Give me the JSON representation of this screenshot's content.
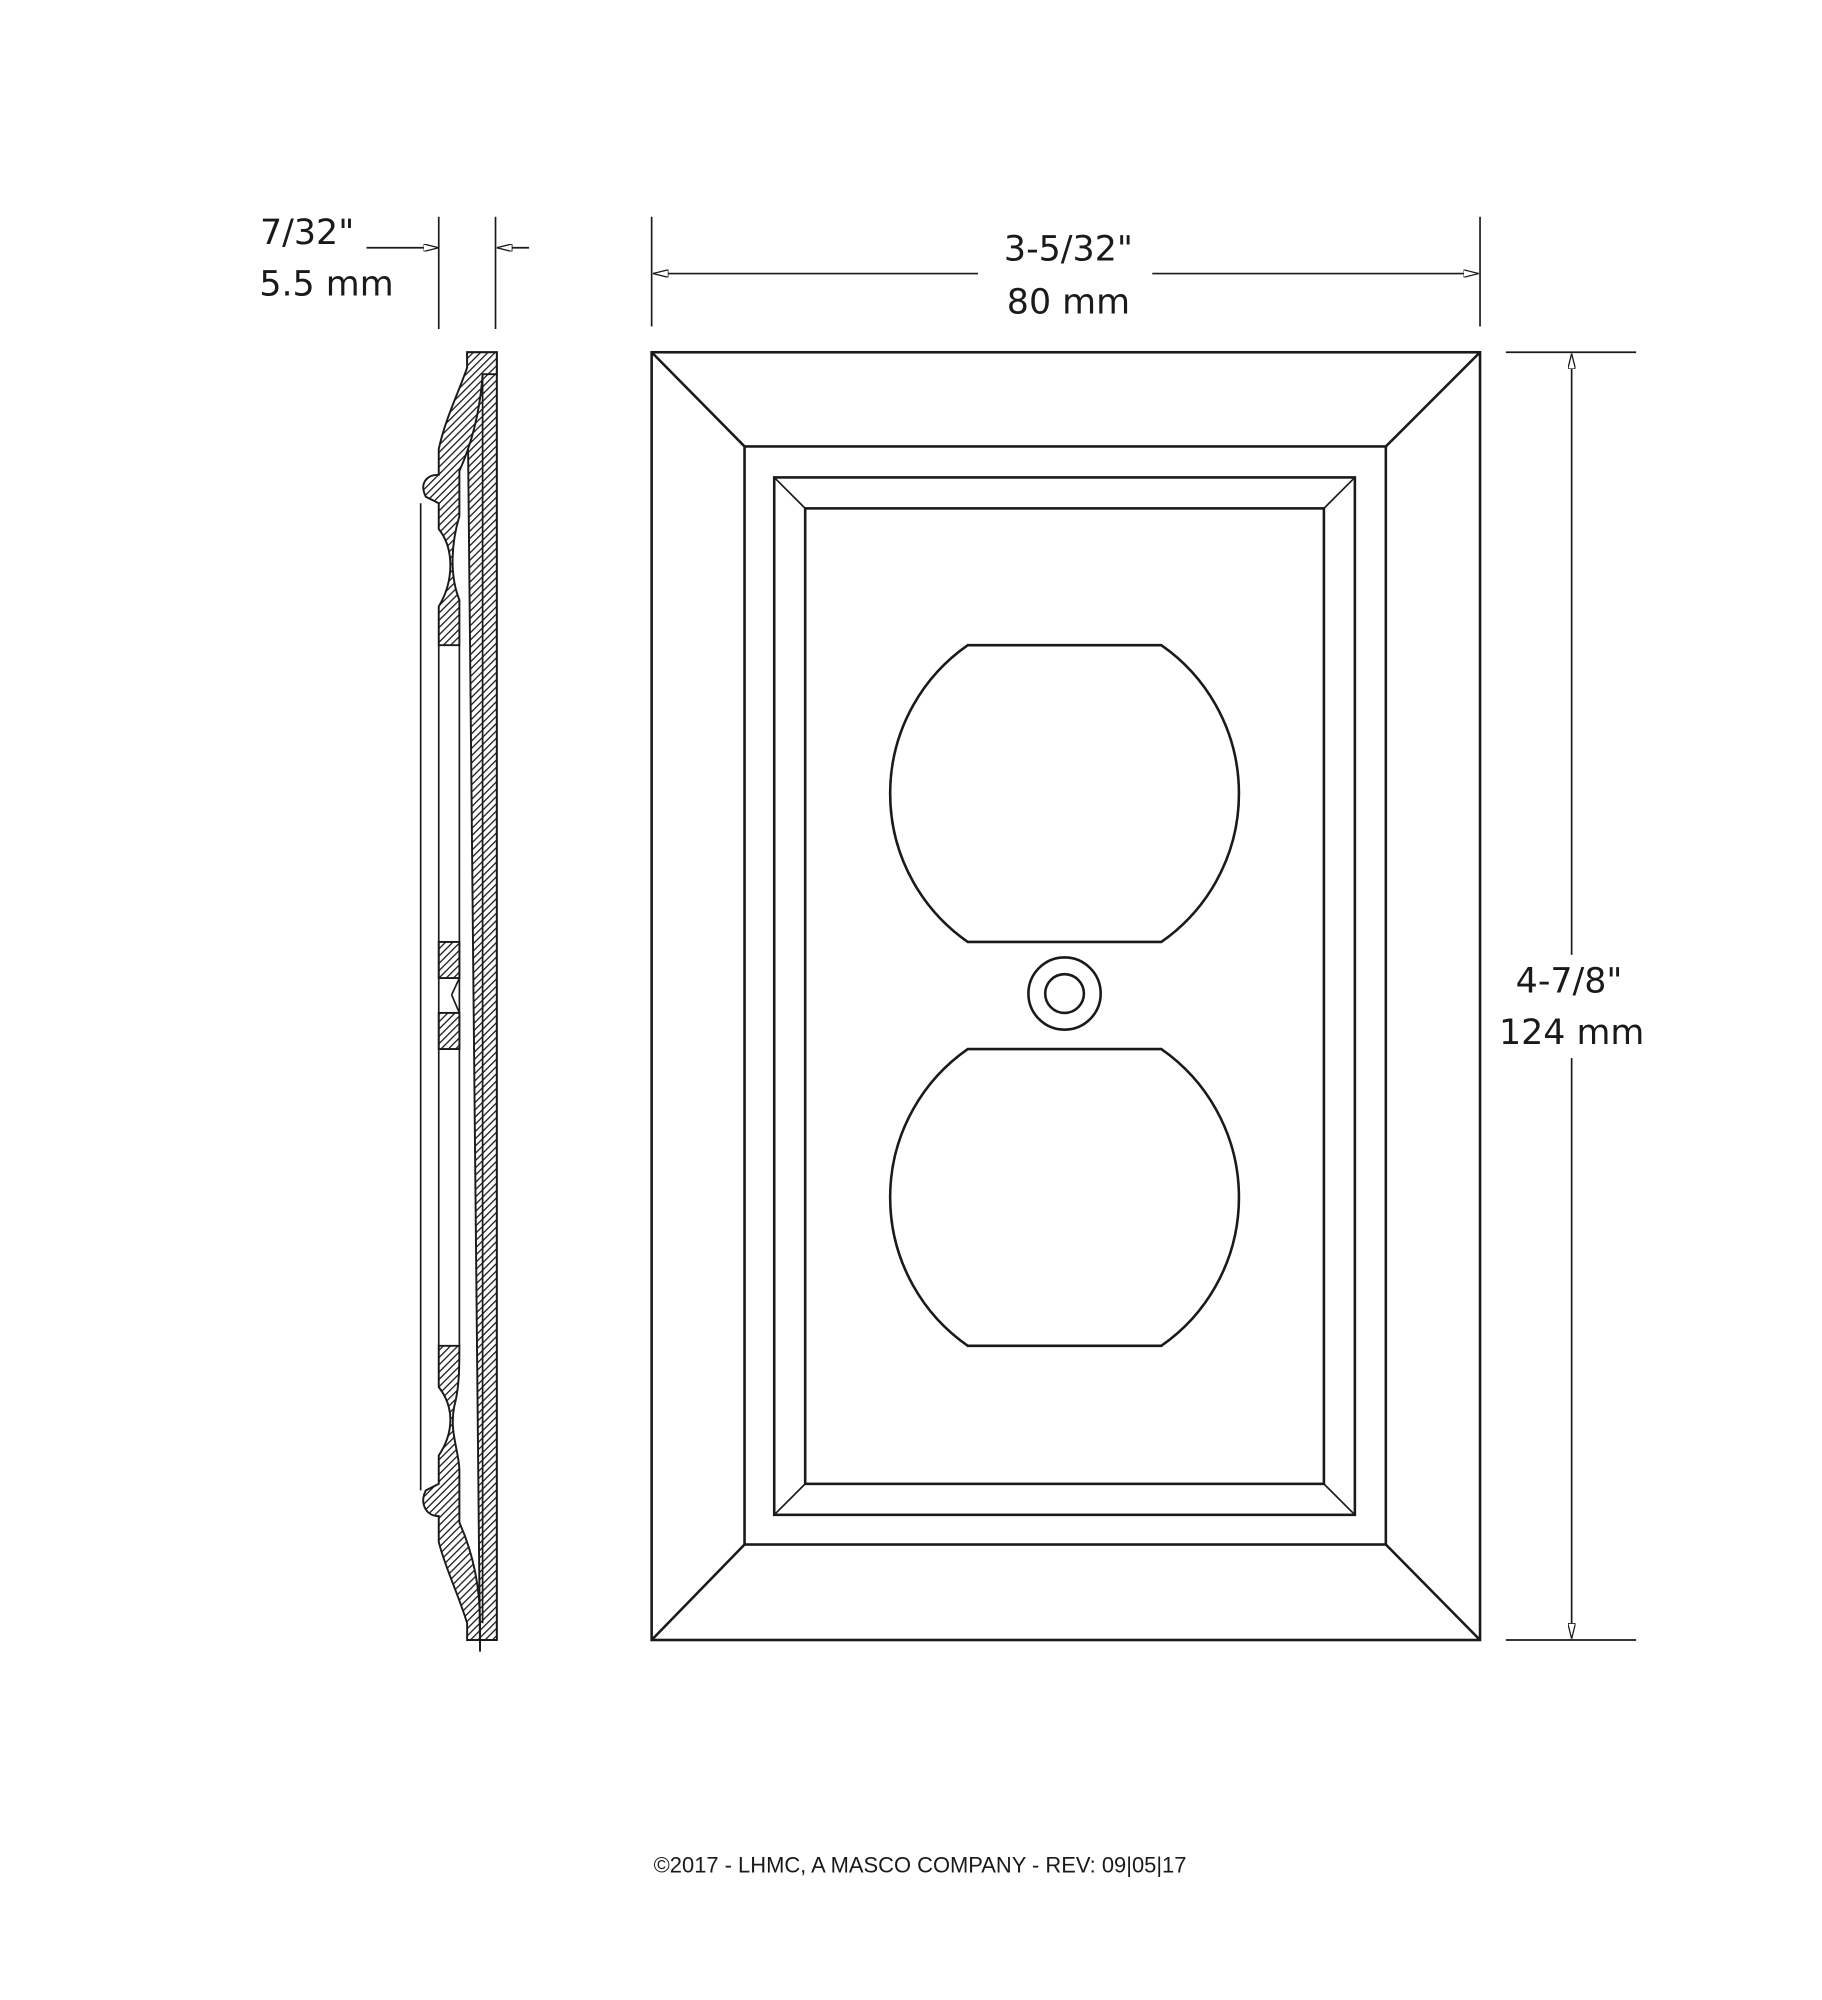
{
  "dimensions": {
    "thickness": {
      "imperial": "7/32\"",
      "metric": "5.5 mm"
    },
    "width": {
      "imperial": "3-5/32\"",
      "metric": "80 mm"
    },
    "height": {
      "imperial": "4-7/8\"",
      "metric": "124 mm"
    }
  },
  "footer": {
    "text": "©2017 - LHMC, A MASCO COMPANY - REV: 09|05|17"
  },
  "colors": {
    "line": "#1a1a1a",
    "background": "#ffffff"
  }
}
